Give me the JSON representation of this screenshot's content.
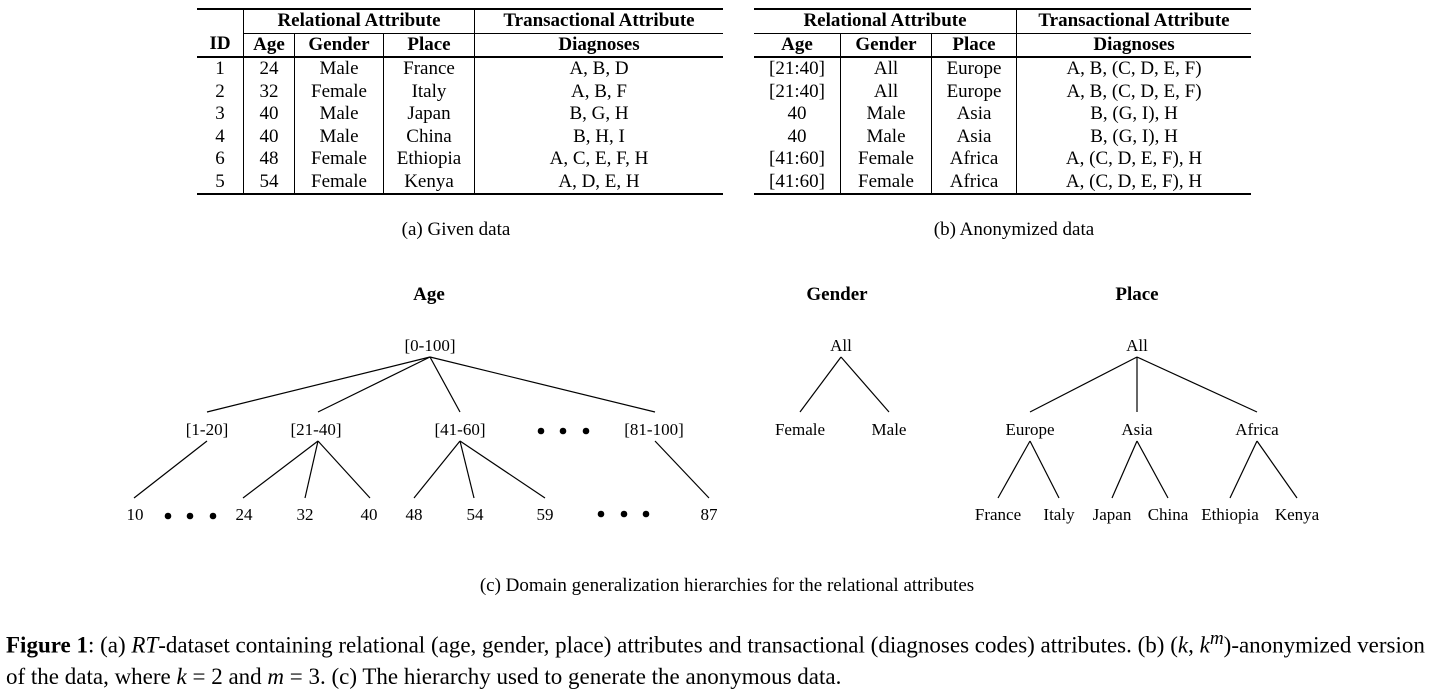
{
  "table_a": {
    "group_relational": "Relational Attribute",
    "group_transactional": "Transactional Attribute",
    "columns": [
      "ID",
      "Age",
      "Gender",
      "Place",
      "Diagnoses"
    ],
    "rows": [
      [
        "1",
        "24",
        "Male",
        "France",
        "A, B, D"
      ],
      [
        "2",
        "32",
        "Female",
        "Italy",
        "A, B, F"
      ],
      [
        "3",
        "40",
        "Male",
        "Japan",
        "B, G, H"
      ],
      [
        "4",
        "40",
        "Male",
        "China",
        "B, H, I"
      ],
      [
        "6",
        "48",
        "Female",
        "Ethiopia",
        "A, C, E, F, H"
      ],
      [
        "5",
        "54",
        "Female",
        "Kenya",
        "A, D, E, H"
      ]
    ],
    "caption": "(a) Given data"
  },
  "table_b": {
    "group_relational": "Relational Attribute",
    "group_transactional": "Transactional Attribute",
    "columns": [
      "Age",
      "Gender",
      "Place",
      "Diagnoses"
    ],
    "rows": [
      [
        "[21:40]",
        "All",
        "Europe",
        "A, B, (C, D, E, F)"
      ],
      [
        "[21:40]",
        "All",
        "Europe",
        "A, B, (C, D, E, F)"
      ],
      [
        "40",
        "Male",
        "Asia",
        "B, (G, I), H"
      ],
      [
        "40",
        "Male",
        "Asia",
        "B, (G, I), H"
      ],
      [
        "[41:60]",
        "Female",
        "Africa",
        "A, (C, D, E, F), H"
      ],
      [
        "[41:60]",
        "Female",
        "Africa",
        "A, (C, D, E, F), H"
      ]
    ],
    "caption": "(b) Anonymized data"
  },
  "hierarchies": {
    "age": {
      "title": "Age",
      "root": "[0-100]",
      "level1": [
        "[1-20]",
        "[21-40]",
        "[41-60]",
        "[81-100]"
      ],
      "leaves": [
        "10",
        "24",
        "32",
        "40",
        "48",
        "54",
        "59",
        "87"
      ]
    },
    "gender": {
      "title": "Gender",
      "root": "All",
      "level1": [
        "Female",
        "Male"
      ]
    },
    "place": {
      "title": "Place",
      "root": "All",
      "level1": [
        "Europe",
        "Asia",
        "Africa"
      ],
      "leaves": [
        "France",
        "Italy",
        "Japan",
        "China",
        "Ethiopia",
        "Kenya"
      ]
    },
    "caption": "(c) Domain generalization hierarchies for the relational attributes"
  },
  "figure_caption": {
    "label": "Figure 1",
    "part1": ": (a) ",
    "rt": "RT",
    "part2": "-dataset containing relational (age, gender, place) attributes and transactional (diagnoses codes) attributes. (b) (",
    "k": "k",
    "comma": ", ",
    "km_base": "k",
    "km_exp": "m",
    "part3": ")-anonymized version of the data, where ",
    "k2": "k",
    "eq2": " = 2 and ",
    "m": "m",
    "eq3": " = 3. (c) The hierarchy used to generate the anonymous data."
  }
}
